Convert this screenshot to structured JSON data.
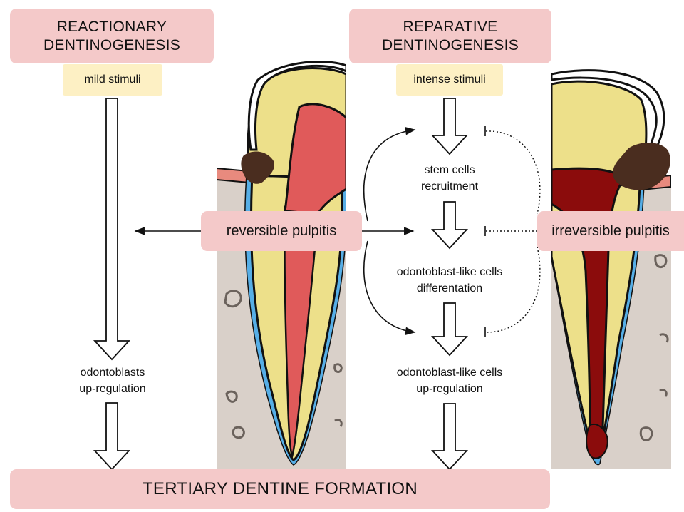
{
  "left_column": {
    "title": "REACTIONARY\nDENTINOGENESIS",
    "stimulus": "mild stimuli",
    "outcome": "odontoblasts\nup-regulation"
  },
  "right_column": {
    "title": "REPARATIVE\nDENTINOGENESIS",
    "stimulus": "intense stimuli",
    "step1": "stem cells\nrecruitment",
    "step2": "odontoblast-like cells\ndifferentation",
    "step3": "odontoblast-like cells\nup-regulation"
  },
  "conditions": {
    "reversible": "reversible pulpitis",
    "irreversible": "irreversible pulpitis"
  },
  "footer": "TERTIARY DENTINE FORMATION",
  "colors": {
    "header_bg": "#f4c9c9",
    "stimulus_bg": "#fdf0c4",
    "bone": "#d9d0c9",
    "dentin": "#ede08a",
    "pulp_healthy": "#e05a5a",
    "pulp_necrotic": "#8b0c0c",
    "caries": "#4a2d1f",
    "periodontal_ligament": "#56aee6",
    "gingiva": "#e88a7e"
  }
}
